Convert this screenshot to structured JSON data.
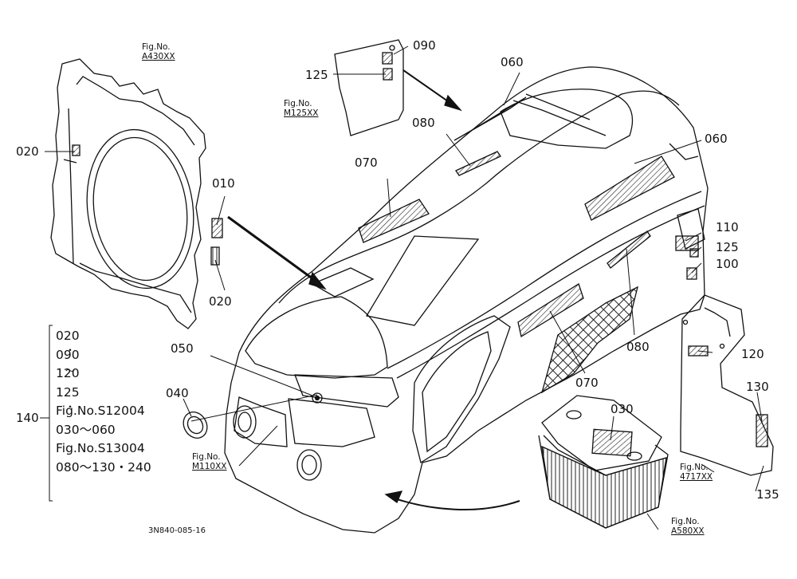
{
  "parts": {
    "p020a": "020",
    "p010": "010",
    "p020b": "020",
    "p090": "090",
    "p125a": "125",
    "p060a": "060",
    "p080a": "080",
    "p060b": "060",
    "p070a": "070",
    "p110": "110",
    "p125b": "125",
    "p100": "100",
    "p080b": "080",
    "p070b": "070",
    "p120": "120",
    "p050": "050",
    "p040": "040",
    "p030": "030",
    "p130": "130",
    "p135": "135",
    "p140": "140"
  },
  "figures": {
    "a430": {
      "label": "Fig.No.",
      "number": "A430XX"
    },
    "m125": {
      "label": "Fig.No.",
      "number": "M125XX"
    },
    "m110": {
      "label": "Fig.No.",
      "number": "M110XX"
    },
    "s4717": {
      "label": "Fig.No.",
      "number": "4717XX"
    },
    "a580": {
      "label": "Fig.No.",
      "number": "A580XX"
    }
  },
  "legend": {
    "lines": [
      "020",
      "090",
      "120",
      "125",
      "Fig.No.S12004",
      "030～060",
      "Fig.No.S13004",
      "080～130・240"
    ],
    "dot": "・",
    "tilde": "～"
  },
  "drawing_code": "3N840-085-16"
}
